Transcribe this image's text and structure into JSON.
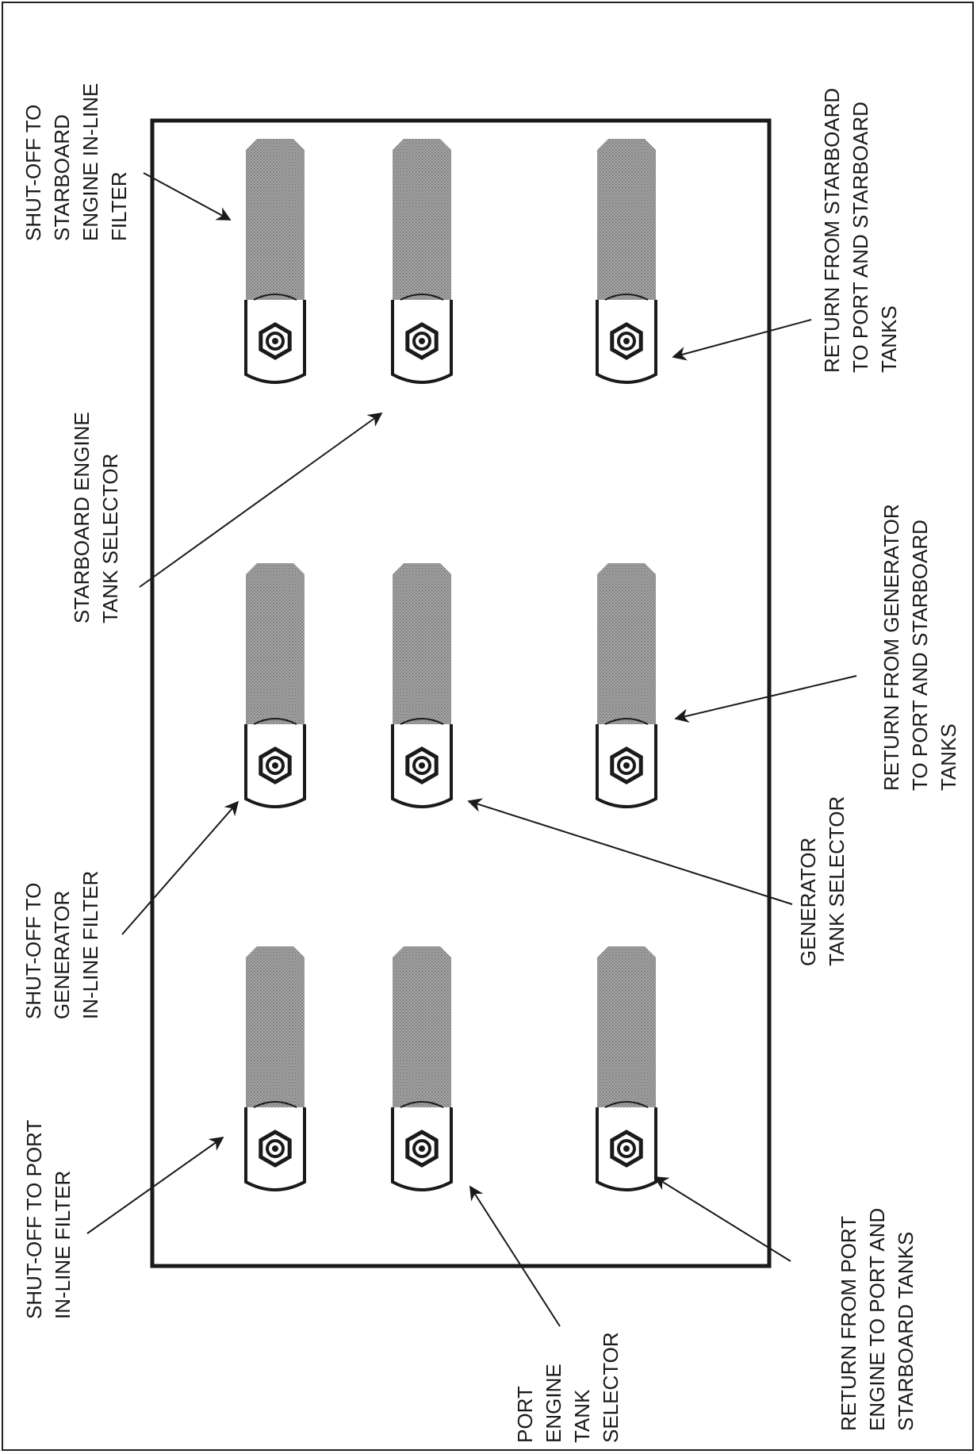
{
  "colors": {
    "ink": "#1a1a1a",
    "handle": "#9a9a9a",
    "paper": "#ffffff"
  },
  "valves": [
    {
      "group": "port",
      "role": "shut-off to port in-line filter"
    },
    {
      "group": "port",
      "role": "port engine tank selector"
    },
    {
      "group": "port",
      "role": "return from port engine"
    },
    {
      "group": "generator",
      "role": "shut-off to generator in-line filter"
    },
    {
      "group": "generator",
      "role": "generator tank selector"
    },
    {
      "group": "generator",
      "role": "return from generator"
    },
    {
      "group": "starboard",
      "role": "shut-off to starboard engine in-line filter"
    },
    {
      "group": "starboard",
      "role": "starboard engine tank selector"
    },
    {
      "group": "starboard",
      "role": "return from starboard"
    }
  ],
  "labels": {
    "shutoff_port": [
      "SHUT-OFF TO PORT",
      "IN-LINE FILTER"
    ],
    "port_selector": [
      "PORT",
      "ENGINE",
      "TANK",
      "SELECTOR"
    ],
    "return_port": [
      "RETURN FROM PORT",
      "ENGINE TO PORT AND",
      "STARBOARD TANKS"
    ],
    "shutoff_generator": [
      "SHUT-OFF TO",
      "GENERATOR",
      "IN-LINE FILTER"
    ],
    "generator_selector": [
      "GENERATOR",
      "TANK SELECTOR"
    ],
    "return_generator": [
      "RETURN FROM GENERATOR",
      "TO PORT AND STARBOARD",
      "TANKS"
    ],
    "starboard_selector": [
      "STARBOARD ENGINE",
      "TANK SELECTOR"
    ],
    "shutoff_starboard": [
      "SHUT-OFF TO",
      "STARBOARD",
      "ENGINE IN-LINE",
      "FILTER"
    ],
    "return_starboard": [
      "RETURN FROM STARBOARD",
      "TO PORT AND STARBOARD",
      "TANKS"
    ]
  }
}
